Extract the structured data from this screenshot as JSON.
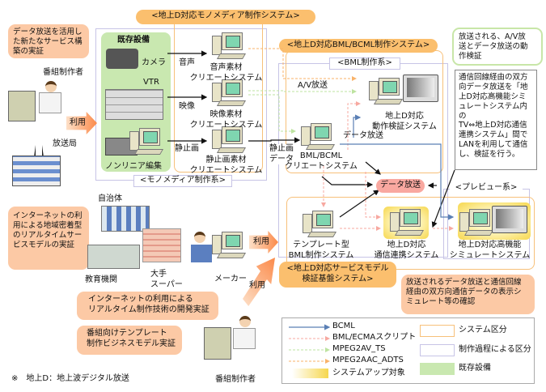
{
  "title_mono": "<地上D対応モノメディア制作システム>",
  "title_bml": "<地上D対応BML/BCML制作システム>",
  "title_service": [
    "<地上D対応サービスモデル",
    "検証基盤システム>"
  ],
  "bubble_top_left": [
    "データ放送を活用し",
    "た新たなサービス構",
    "築の実証"
  ],
  "producer": "番組制作者",
  "broadcaster": "放送局",
  "use": "利用",
  "existing": {
    "title": "既存設備",
    "camera": "カメラ",
    "vtr": "VTR",
    "nonlinear": "ノンリニア編集"
  },
  "mono": {
    "label": "<モノメディア制作系>",
    "audio_flow": "音声",
    "video_flow": "映像",
    "still_flow": "静止画",
    "audio_sys": [
      "音声素材",
      "クリエートシステム"
    ],
    "video_sys": [
      "映像素材",
      "クリエートシステム"
    ],
    "still_sys": [
      "静止画素材",
      "クリエートシステム"
    ]
  },
  "bml": {
    "label": "<BML制作系>",
    "av": "A/V放送",
    "verify": [
      "地上D対応",
      "動作検証システム"
    ],
    "creator": [
      "BML/BCML",
      "クリエートシステム"
    ],
    "data_broadcast": "データ放送",
    "still_data": [
      "静止画",
      "データ"
    ]
  },
  "bubble_verify": [
    "放送される、A/V放",
    "送とデータ放送の動",
    "作検証"
  ],
  "note_box": [
    "通信回線経由の双方",
    "向データ放送を「地",
    "上D対応高機能シミ",
    "ュレートシステム内の",
    "TV⇔地上D対応通信",
    "連携システム」間で",
    "LANを利用して通信",
    "し、検証を行う。"
  ],
  "data_pill": "データ放送",
  "preview": {
    "label": "<プレビュー系>"
  },
  "service": {
    "template": [
      "テンプレート型",
      "BML制作システム"
    ],
    "comm": [
      "地上D対応",
      "通信連携システム"
    ],
    "sim": [
      "地上D対応高機能",
      "シミュレートシステム"
    ]
  },
  "bubble_display": [
    "放送されるデータ放送と通信回線",
    "経由の双方向通信データの表示シ",
    "ミュレート等の確認"
  ],
  "bubble_internet": [
    "インターネットの利",
    "用による地域密着型",
    "のリアルタイムサー",
    "ビスモデルの実証"
  ],
  "places": {
    "gov": "自治体",
    "edu": "教育機関",
    "super": [
      "大手",
      "スーパー"
    ],
    "maker": "メーカー"
  },
  "bubble_realtime": [
    "インターネットの利用による",
    "リアルタイム制作技術の開発実証"
  ],
  "bubble_template": [
    "番組向けテンプレート",
    "制作ビジネスモデル実証"
  ],
  "footnote": "※　地上D：地上波デジタル放送",
  "legend": {
    "lines": [
      {
        "label": "BCML",
        "color": "#5a7fb5"
      },
      {
        "label": "BML/ECMAスクリプト",
        "color": "#f7a8a0"
      },
      {
        "label": "MPEG2AV_TS",
        "color": "#bde3a0"
      },
      {
        "label": "MPEG2AAC_ADTS",
        "color": "#f9b36a"
      }
    ],
    "highlight": "システムアップ対象",
    "system": "システム区分",
    "process": "制作過程による区分",
    "existing": "既存設備"
  }
}
